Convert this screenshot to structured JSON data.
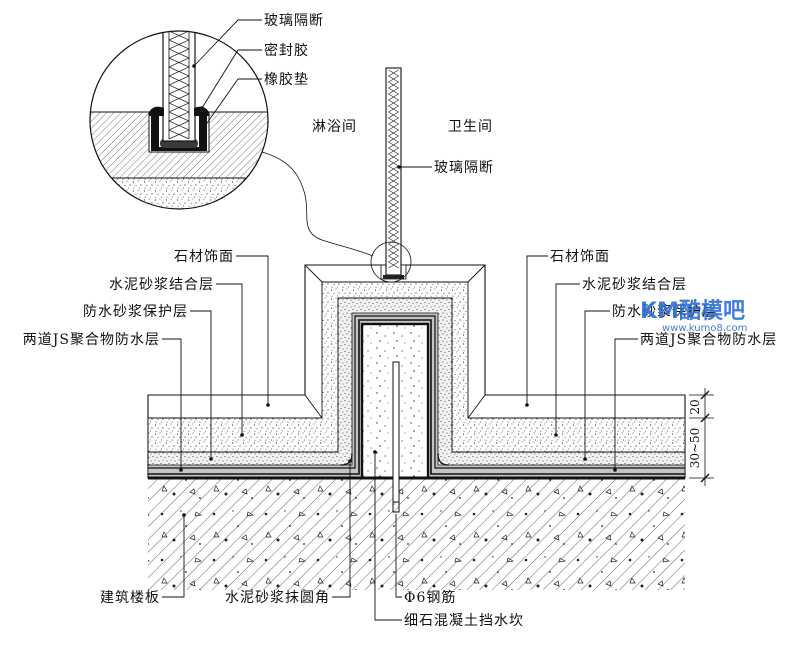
{
  "detail": {
    "glass_label": "玻璃隔断",
    "sealant_label": "密封胶",
    "gasket_label": "橡胶垫"
  },
  "rooms": {
    "shower": "淋浴间",
    "bathroom": "卫生间"
  },
  "glass_label": "玻璃隔断",
  "left_labels": {
    "stone": "石材饰面",
    "bonding": "水泥砂浆结合层",
    "protection": "防水砂浆保护层",
    "waterproof": "两道JS聚合物防水层"
  },
  "right_labels": {
    "stone": "石材饰面",
    "bonding": "水泥砂浆结合层",
    "protection": "防水砂浆保护层",
    "waterproof": "两道JS聚合物防水层"
  },
  "dimensions": {
    "stone": "20",
    "layers": "30~50"
  },
  "bottom_labels": {
    "slab": "建筑楼板",
    "fillet": "水泥砂浆抹圆角",
    "rebar": "Φ6钢筋",
    "curb": "细石混凝土挡水坎"
  },
  "watermark": {
    "logo": "KM酷模吧",
    "url": "www.kumo8.com"
  },
  "colors": {
    "watermark": "#2d6fd8"
  }
}
